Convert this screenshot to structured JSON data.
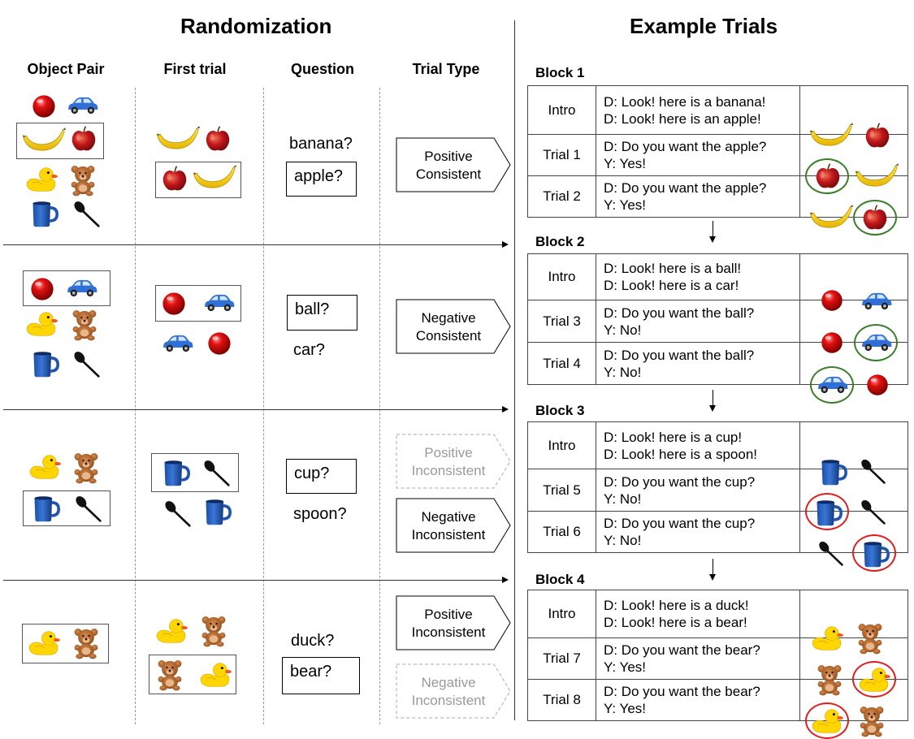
{
  "titles": {
    "left": "Randomization",
    "right": "Example Trials"
  },
  "columns": {
    "object_pair": "Object Pair",
    "first_trial": "First trial",
    "question": "Question",
    "trial_type": "Trial Type"
  },
  "rows": [
    {
      "q_plain": "banana?",
      "q_boxed": "apple?",
      "types": [
        {
          "line1": "Positive",
          "line2": "Consistent",
          "faded": false
        }
      ]
    },
    {
      "q_boxed": "ball?",
      "q_plain": "car?",
      "types": [
        {
          "line1": "Negative",
          "line2": "Consistent",
          "faded": false
        }
      ]
    },
    {
      "q_boxed": "cup?",
      "q_plain": "spoon?",
      "types": [
        {
          "line1": "Positive",
          "line2": "Inconsistent",
          "faded": true
        },
        {
          "line1": "Negative",
          "line2": "Inconsistent",
          "faded": false
        }
      ]
    },
    {
      "q_plain": "duck?",
      "q_boxed": "bear?",
      "types": [
        {
          "line1": "Positive",
          "line2": "Inconsistent",
          "faded": false
        },
        {
          "line1": "Negative",
          "line2": "Inconsistent",
          "faded": true
        }
      ]
    }
  ],
  "blocks": [
    {
      "label": "Block 1",
      "rows": [
        {
          "name": "Intro",
          "l1": "D: Look! here is a banana!",
          "l2": "D: Look! here is an apple!"
        },
        {
          "name": "Trial 1",
          "l1": "D: Do you want the apple?",
          "l2": "Y: Yes!"
        },
        {
          "name": "Trial 2",
          "l1": "D: Do you want the apple?",
          "l2": "Y: Yes!"
        }
      ]
    },
    {
      "label": "Block 2",
      "rows": [
        {
          "name": "Intro",
          "l1": "D: Look! here is a ball!",
          "l2": "D: Look! here is a car!"
        },
        {
          "name": "Trial 3",
          "l1": "D: Do you want the ball?",
          "l2": "Y: No!"
        },
        {
          "name": "Trial 4",
          "l1": "D: Do you want the ball?",
          "l2": "Y: No!"
        }
      ]
    },
    {
      "label": "Block 3",
      "rows": [
        {
          "name": "Intro",
          "l1": "D: Look! here is a cup!",
          "l2": "D: Look! here is a spoon!"
        },
        {
          "name": "Trial 5",
          "l1": "D: Do you want the cup?",
          "l2": "Y: No!"
        },
        {
          "name": "Trial 6",
          "l1": "D: Do you want the cup?",
          "l2": "Y: No!"
        }
      ]
    },
    {
      "label": "Block 4",
      "rows": [
        {
          "name": "Intro",
          "l1": "D: Look! here is a duck!",
          "l2": "D: Look! here is a bear!"
        },
        {
          "name": "Trial 7",
          "l1": "D: Do you want the bear?",
          "l2": "Y: Yes!"
        },
        {
          "name": "Trial 8",
          "l1": "D: Do you want the bear?",
          "l2": "Y: Yes!"
        }
      ]
    }
  ],
  "colors": {
    "ring_correct": "#3a7d2a",
    "ring_wrong": "#dd1f1f",
    "faded": "#9a9a9a"
  }
}
